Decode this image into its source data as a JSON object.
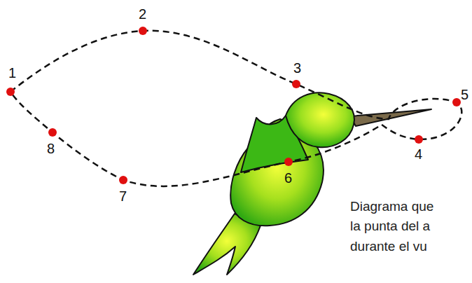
{
  "diagram": {
    "labels": [
      "1",
      "2",
      "3",
      "4",
      "5",
      "6",
      "7",
      "8",
      "Diagrama que",
      "la punta del a",
      "durante el vu"
    ]
  }
}
